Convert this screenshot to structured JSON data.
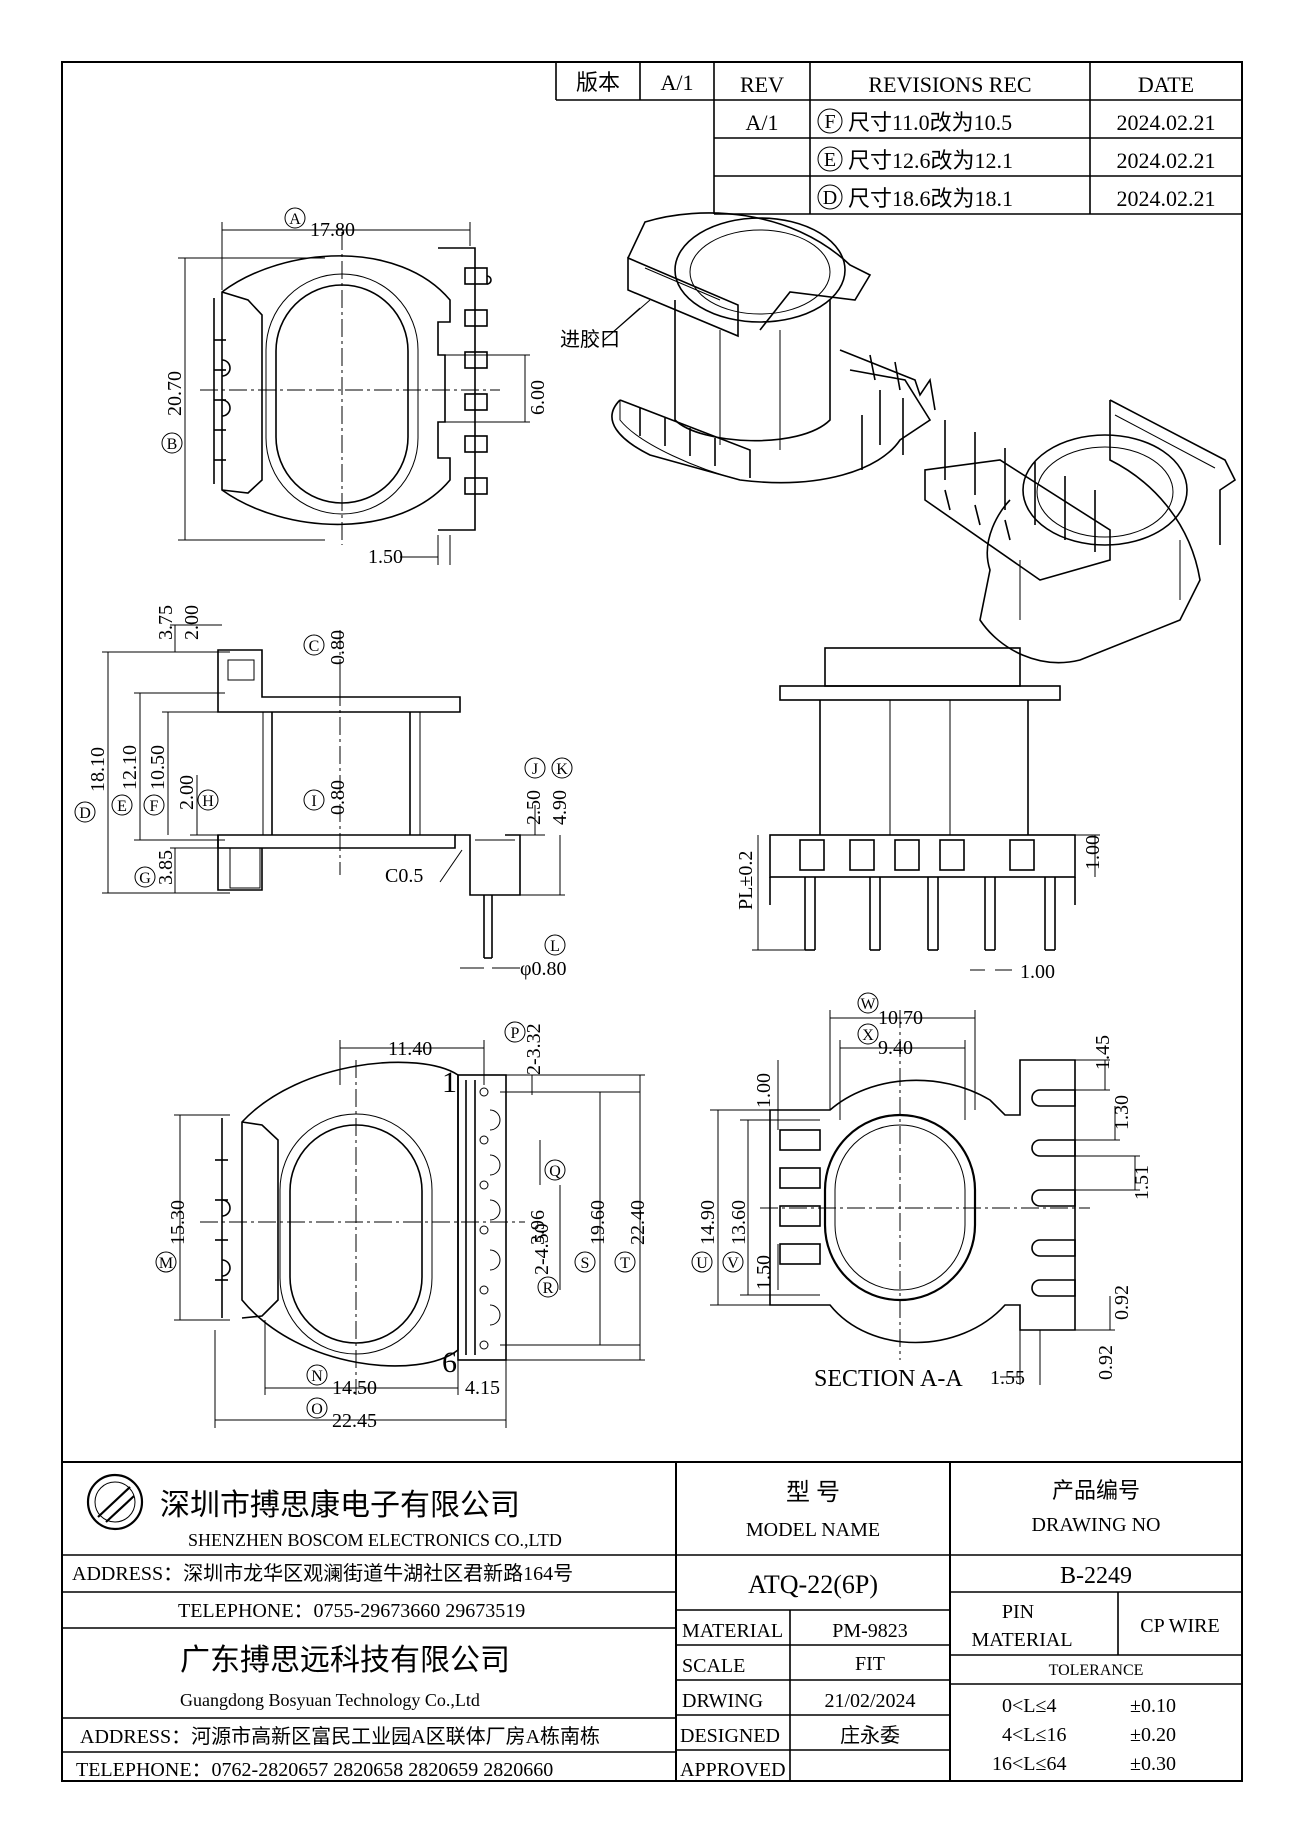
{
  "revision_header": {
    "version_label": "版本",
    "version_value": "A/1",
    "rev": "REV",
    "records": "REVISIONS REC",
    "date": "DATE"
  },
  "revisions": [
    {
      "rev": "A/1",
      "mark": "F",
      "text": "尺寸11.0改为10.5",
      "date": "2024.02.21"
    },
    {
      "rev": "",
      "mark": "E",
      "text": "尺寸12.6改为12.1",
      "date": "2024.02.21"
    },
    {
      "rev": "",
      "mark": "D",
      "text": "尺寸18.6改为18.1",
      "date": "2024.02.21"
    }
  ],
  "top_view": {
    "a_mark": "A",
    "a_val": "17.80",
    "b_mark": "B",
    "b_val": "20.70",
    "six": "6.00",
    "one_five": "1.50"
  },
  "iso_label": "进胶口",
  "side_view": {
    "v375": "3.75",
    "v200a": "2.00",
    "c_mark": "C",
    "v080a": "0.80",
    "d_mark": "D",
    "v1810": "18.10",
    "e_mark": "E",
    "v1210": "12.10",
    "f_mark": "F",
    "v1050": "10.50",
    "v200b": "2.00",
    "h_mark": "H",
    "i_mark": "I",
    "v080b": "0.80",
    "j_mark": "J",
    "v250": "2.50",
    "k_mark": "K",
    "v490": "4.90",
    "v385": "3.85",
    "g_mark": "G",
    "chamfer": "C0.5",
    "l_mark": "L",
    "pin_dia": "φ0.80"
  },
  "front_view": {
    "pl": "PL±0.2",
    "v100a": "1.00",
    "v100b": "1.00"
  },
  "bottom_view": {
    "v1140": "11.40",
    "p_mark": "P",
    "v332": "2-3.32",
    "pin1": "1",
    "pin6": "6",
    "q_mark": "Q",
    "v396": "3.96",
    "r_mark": "R",
    "v450": "2-4.50",
    "s_mark": "S",
    "v1960": "19.60",
    "t_mark": "T",
    "v2240": "22.40",
    "m_mark": "M",
    "v1530": "15.30",
    "n_mark": "N",
    "v1450": "14.50",
    "v415": "4.15",
    "o_mark": "O",
    "v2245": "22.45"
  },
  "section_view": {
    "w_mark": "W",
    "v1070": "10.70",
    "x_mark": "X",
    "v940": "9.40",
    "v100": "1.00",
    "u_mark": "U",
    "v1490": "14.90",
    "v_mark": "V",
    "v1360": "13.60",
    "v150": "1.50",
    "v145": "1.45",
    "v130": "1.30",
    "v151": "1.51",
    "v092a": "0.92",
    "v092b": "0.92",
    "v155": "1.55",
    "title": "SECTION A-A"
  },
  "title_block": {
    "company_cn": "深圳市搏思康电子有限公司",
    "company_en": "SHENZHEN BOSCOM ELECTRONICS CO.,LTD",
    "address1": "ADDRESS：深圳市龙华区观澜街道牛湖社区君新路164号",
    "tel1": "TELEPHONE：0755-29673660 29673519",
    "company2_cn": "广东搏思远科技有限公司",
    "company2_en": "Guangdong Bosyuan Technology Co.,Ltd",
    "address2": "ADDRESS：河源市高新区富民工业园A区联体厂房A栋南栋",
    "tel2": "TELEPHONE：0762-2820657 2820658 2820659 2820660",
    "model_cn": "型    号",
    "model_en": "MODEL NAME",
    "model_value": "ATQ-22(6P)",
    "drawing_cn": "产品编号",
    "drawing_en": "DRAWING NO",
    "drawing_value": "B-2249",
    "material_label": "MATERIAL",
    "material_value": "PM-9823",
    "scale_label": "SCALE",
    "scale_value": "FIT",
    "drwing_label": "DRWING",
    "drwing_value": "21/02/2024",
    "designed_label": "DESIGNED",
    "designed_value": "庄永委",
    "approved_label": "APPROVED",
    "approved_value": "",
    "pin_label_1": "PIN",
    "pin_label_2": "MATERIAL",
    "pin_value": "CP WIRE",
    "tolerance_label": "TOLERANCE",
    "tolerances": [
      {
        "range": "0<L≤4",
        "value": "±0.10"
      },
      {
        "range": "4<L≤16",
        "value": "±0.20"
      },
      {
        "range": "16<L≤64",
        "value": "±0.30"
      }
    ]
  }
}
